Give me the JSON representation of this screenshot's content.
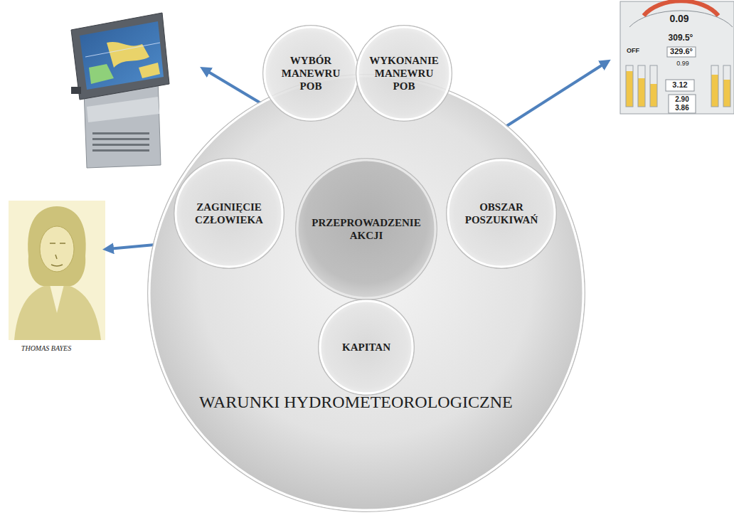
{
  "diagram": {
    "nodes": [
      {
        "text": [
          "WARUNKI HYDROMETEOROLOGICZNE"
        ]
      },
      {
        "text": [
          "WYBÓR MANEWRU POB"
        ],
        "in": 0
      },
      {
        "text": [
          "WYKONANIE MANEWRU POB"
        ],
        "in": 0
      },
      {
        "text": [
          "ZAGINIĘCIE CZŁOWIEKA"
        ],
        "in": 0
      },
      {
        "text": [
          "PRZEPROWADZENIE AKCJI"
        ],
        "in": 0
      },
      {
        "text": [
          "OBSZAR POSZUKIWAŃ"
        ],
        "in": 0
      },
      {
        "text": [
          "KAPITAN"
        ],
        "in": 0
      }
    ],
    "labels": [
      "THOMAS BAYES",
      "0.09",
      "309.5°",
      "OFF",
      "329.6°",
      "0.99",
      "3.12",
      "2.90",
      "3.86"
    ]
  }
}
